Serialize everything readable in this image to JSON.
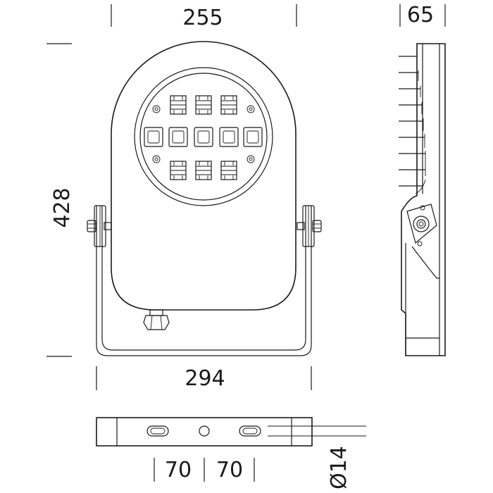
{
  "dimensions": {
    "front_width": "255",
    "side_depth": "65",
    "height": "428",
    "bracket_width": "294",
    "hole_spacing_left": "70",
    "hole_spacing_right": "70",
    "hole_diameter": "Ø14"
  },
  "colors": {
    "line": "#1a1a1a",
    "background": "#ffffff"
  }
}
